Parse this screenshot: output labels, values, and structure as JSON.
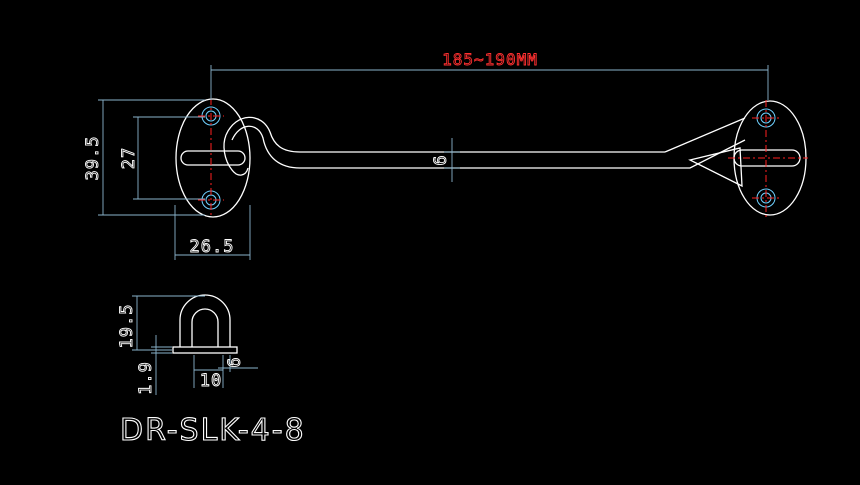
{
  "drawing": {
    "overall_length": "185~190MM",
    "plate_height_outer": "39.5",
    "plate_hole_spacing": "27",
    "plate_width": "26.5",
    "rod_diameter": "6",
    "staple_height": "19.5",
    "staple_thickness": "1.9",
    "staple_span": "10",
    "staple_rod": "6",
    "model_code": "DR-SLK-4-8"
  },
  "colors": {
    "background": "#000000",
    "part_outline": "#ffffff",
    "dimension_line": "#8ab4cc",
    "center_line": "#ff2020",
    "hole_circle": "#6fd0ff",
    "length_label": "#ff3030"
  }
}
